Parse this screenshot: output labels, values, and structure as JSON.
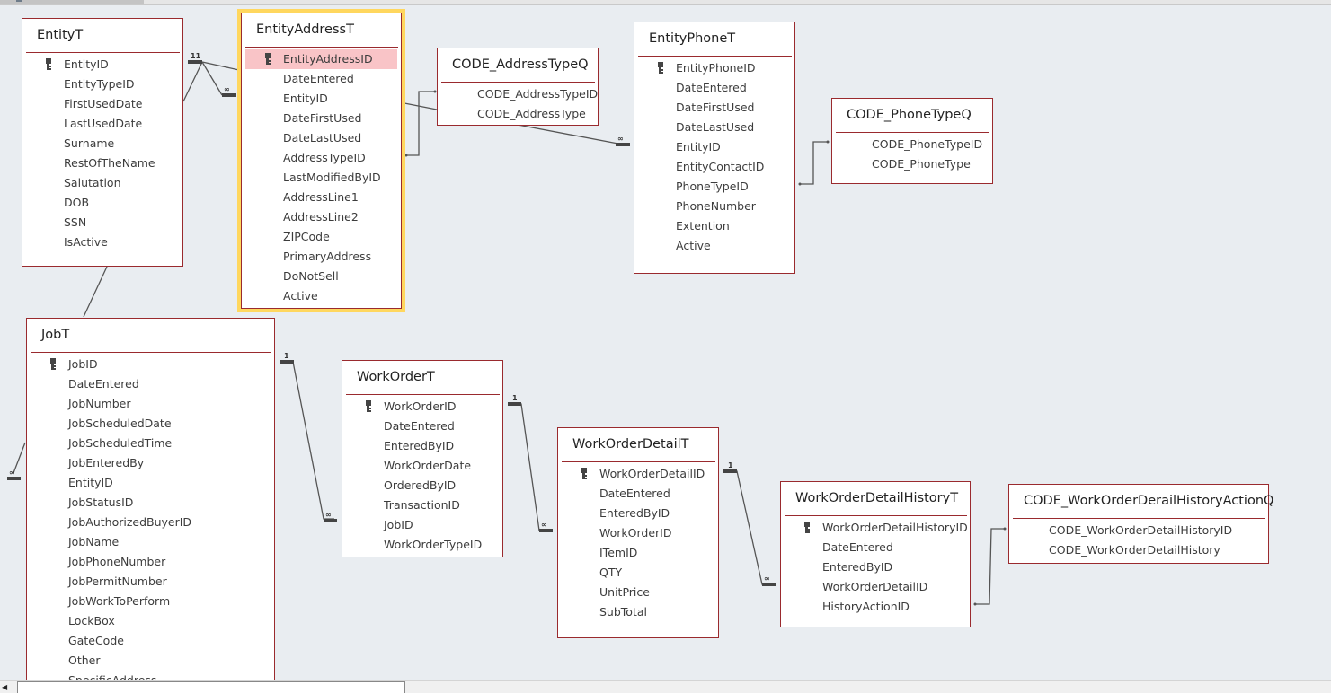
{
  "colors": {
    "canvas": "#e9edf1",
    "table_border": "#9a2a2e",
    "selection": "#ffd75e",
    "highlighted_field": "#f9c4c7",
    "relationship_line": "#555555"
  },
  "tables": [
    {
      "id": "EntityT",
      "title": "EntityT",
      "fields": [
        {
          "name": "EntityID",
          "pk": true
        },
        {
          "name": "EntityTypeID"
        },
        {
          "name": "FirstUsedDate"
        },
        {
          "name": "LastUsedDate"
        },
        {
          "name": "Surname"
        },
        {
          "name": "RestOfTheName"
        },
        {
          "name": "Salutation"
        },
        {
          "name": "DOB"
        },
        {
          "name": "SSN"
        },
        {
          "name": "IsActive"
        }
      ]
    },
    {
      "id": "EntityAddressT",
      "title": "EntityAddressT",
      "selected": true,
      "fields": [
        {
          "name": "EntityAddressID",
          "pk": true,
          "highlighted": true
        },
        {
          "name": "DateEntered"
        },
        {
          "name": "EntityID"
        },
        {
          "name": "DateFirstUsed"
        },
        {
          "name": "DateLastUsed"
        },
        {
          "name": "AddressTypeID"
        },
        {
          "name": "LastModifiedByID"
        },
        {
          "name": "AddressLine1"
        },
        {
          "name": "AddressLine2"
        },
        {
          "name": "ZIPCode"
        },
        {
          "name": "PrimaryAddress"
        },
        {
          "name": "DoNotSell"
        },
        {
          "name": "Active"
        }
      ]
    },
    {
      "id": "CODE_AddressTypeQ",
      "title": "CODE_AddressTypeQ",
      "fields": [
        {
          "name": "CODE_AddressTypeID"
        },
        {
          "name": "CODE_AddressType"
        }
      ]
    },
    {
      "id": "EntityPhoneT",
      "title": "EntityPhoneT",
      "fields": [
        {
          "name": "EntityPhoneID",
          "pk": true
        },
        {
          "name": "DateEntered"
        },
        {
          "name": "DateFirstUsed"
        },
        {
          "name": "DateLastUsed"
        },
        {
          "name": "EntityID"
        },
        {
          "name": "EntityContactID"
        },
        {
          "name": "PhoneTypeID"
        },
        {
          "name": "PhoneNumber"
        },
        {
          "name": "Extention"
        },
        {
          "name": "Active"
        }
      ]
    },
    {
      "id": "CODE_PhoneTypeQ",
      "title": "CODE_PhoneTypeQ",
      "fields": [
        {
          "name": "CODE_PhoneTypeID"
        },
        {
          "name": "CODE_PhoneType"
        }
      ]
    },
    {
      "id": "JobT",
      "title": "JobT",
      "fields": [
        {
          "name": "JobID",
          "pk": true
        },
        {
          "name": "DateEntered"
        },
        {
          "name": "JobNumber"
        },
        {
          "name": "JobScheduledDate"
        },
        {
          "name": "JobScheduledTime"
        },
        {
          "name": "JobEnteredBy"
        },
        {
          "name": "EntityID"
        },
        {
          "name": "JobStatusID"
        },
        {
          "name": "JobAuthorizedBuyerID"
        },
        {
          "name": "JobName"
        },
        {
          "name": "JobPhoneNumber"
        },
        {
          "name": "JobPermitNumber"
        },
        {
          "name": "JobWorkToPerform"
        },
        {
          "name": "LockBox"
        },
        {
          "name": "GateCode"
        },
        {
          "name": "Other"
        },
        {
          "name": "SpecificAddress"
        }
      ]
    },
    {
      "id": "WorkOrderT",
      "title": "WorkOrderT",
      "fields": [
        {
          "name": "WorkOrderID",
          "pk": true
        },
        {
          "name": "DateEntered"
        },
        {
          "name": "EnteredByID"
        },
        {
          "name": "WorkOrderDate"
        },
        {
          "name": "OrderedByID"
        },
        {
          "name": "TransactionID"
        },
        {
          "name": "JobID"
        },
        {
          "name": "WorkOrderTypeID"
        }
      ]
    },
    {
      "id": "WorkOrderDetailT",
      "title": "WorkOrderDetailT",
      "fields": [
        {
          "name": "WorkOrderDetailID",
          "pk": true
        },
        {
          "name": "DateEntered"
        },
        {
          "name": "EnteredByID"
        },
        {
          "name": "WorkOrderID"
        },
        {
          "name": "ITemID"
        },
        {
          "name": "QTY"
        },
        {
          "name": "UnitPrice"
        },
        {
          "name": "SubTotal"
        }
      ]
    },
    {
      "id": "WorkOrderDetailHistoryT",
      "title": "WorkOrderDetailHistoryT",
      "fields": [
        {
          "name": "WorkOrderDetailHistoryID",
          "pk": true
        },
        {
          "name": "DateEntered"
        },
        {
          "name": "EnteredByID"
        },
        {
          "name": "WorkOrderDetailID"
        },
        {
          "name": "HistoryActionID"
        }
      ]
    },
    {
      "id": "CODE_WorkOrderDerailHistoryActionQ",
      "title": "CODE_WorkOrderDerailHistoryActionQ",
      "fields": [
        {
          "name": "CODE_WorkOrderDetailHistoryID"
        },
        {
          "name": "CODE_WorkOrderDetailHistory"
        }
      ]
    }
  ],
  "relationships": [
    {
      "from": "EntityT.EntityID",
      "to": "EntityAddressT.EntityID",
      "from_label": "1",
      "to_label": "∞"
    },
    {
      "from": "EntityT.EntityID",
      "to": "EntityPhoneT.EntityID",
      "from_label": "1",
      "to_label": "∞"
    },
    {
      "from": "EntityT.EntityID",
      "to": "JobT.EntityID",
      "from_label": "1",
      "to_label": "∞"
    },
    {
      "from": "CODE_AddressTypeQ.CODE_AddressTypeID",
      "to": "EntityAddressT.AddressTypeID",
      "from_label": "",
      "to_label": ""
    },
    {
      "from": "CODE_PhoneTypeQ.CODE_PhoneTypeID",
      "to": "EntityPhoneT.PhoneTypeID",
      "from_label": "",
      "to_label": ""
    },
    {
      "from": "JobT.JobID",
      "to": "WorkOrderT.JobID",
      "from_label": "1",
      "to_label": "∞"
    },
    {
      "from": "WorkOrderT.WorkOrderID",
      "to": "WorkOrderDetailT.WorkOrderID",
      "from_label": "1",
      "to_label": "∞"
    },
    {
      "from": "WorkOrderDetailT.WorkOrderDetailID",
      "to": "WorkOrderDetailHistoryT.WorkOrderDetailID",
      "from_label": "1",
      "to_label": "∞"
    },
    {
      "from": "CODE_WorkOrderDerailHistoryActionQ.CODE_WorkOrderDetailHistoryID",
      "to": "WorkOrderDetailHistoryT.HistoryActionID",
      "from_label": "",
      "to_label": ""
    }
  ],
  "scrollbar": {
    "left_arrow": "◀"
  }
}
